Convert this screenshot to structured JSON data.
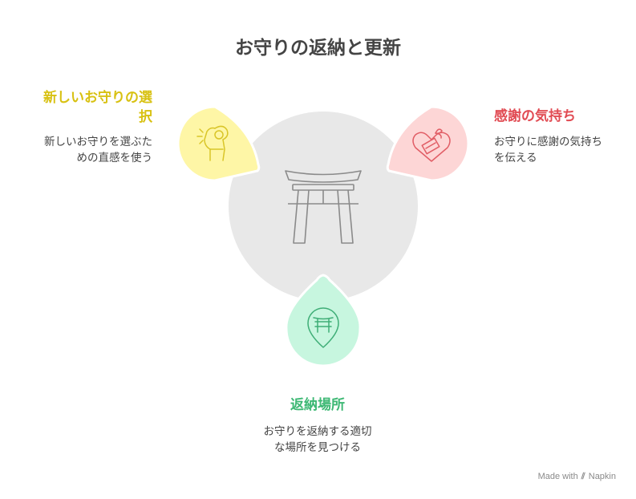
{
  "title": "お守りの返納と更新",
  "colors": {
    "center": "#e8e8e8",
    "left_fill": "#fef6a6",
    "left_stroke": "#d9c528",
    "left_text": "#d8c112",
    "right_fill": "#fdd6d6",
    "right_stroke": "#e15e66",
    "right_text": "#e14b53",
    "bottom_fill": "#c7f6df",
    "bottom_stroke": "#3fae77",
    "bottom_text": "#3db874"
  },
  "nodes": {
    "left": {
      "heading": "新しいお守りの選\n択",
      "description": "新しいお守りを選ぶた\nめの直感を使う",
      "icon": "hand-pick-icon"
    },
    "right": {
      "heading": "感謝の気持ち",
      "description": "お守りに感謝の気持ち\nを伝える",
      "icon": "heart-gift-icon"
    },
    "bottom": {
      "heading": "返納場所",
      "description": "お守りを返納する適切\nな場所を見つける",
      "icon": "shrine-pin-icon"
    },
    "center": {
      "icon": "torii-gate-icon"
    }
  },
  "watermark": {
    "prefix": "Made with",
    "brand": "Napkin"
  }
}
